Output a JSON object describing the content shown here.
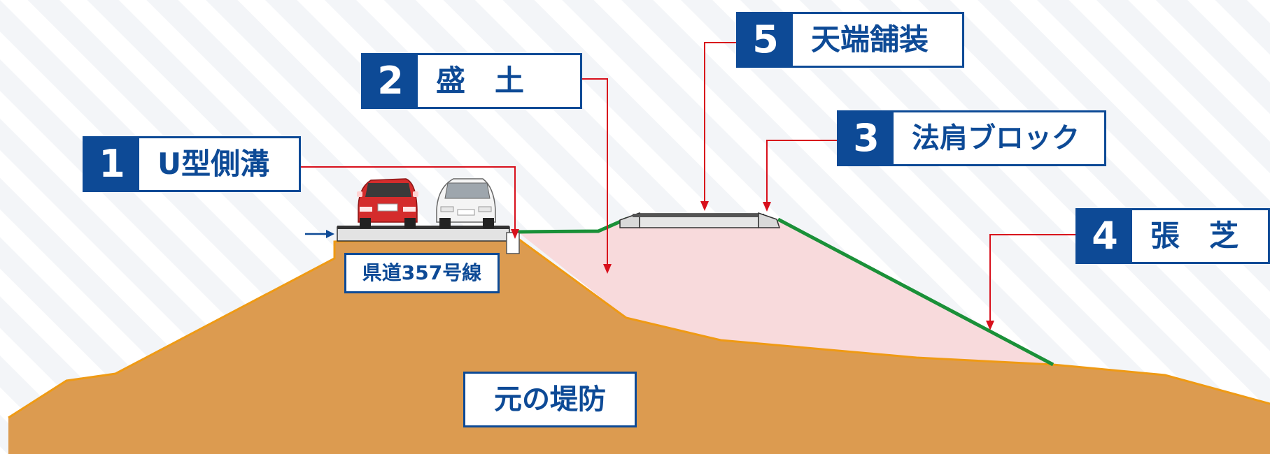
{
  "callouts": [
    {
      "num": "1",
      "label": "U型側溝"
    },
    {
      "num": "2",
      "label": "盛　土"
    },
    {
      "num": "3",
      "label": "法肩ブロック"
    },
    {
      "num": "4",
      "label": "張　芝"
    },
    {
      "num": "5",
      "label": "天端舗装"
    }
  ],
  "road_label": "県道357号線",
  "embankment_label": "元の堤防",
  "colors": {
    "navy": "#0d4a96",
    "leader_red": "#d8101c",
    "original_embankment": "#dc9b50",
    "embankment_outline": "#ef9a14",
    "fill_pink": "#f8dadc",
    "turf_green": "#1a9038",
    "background": "#f3f5f8"
  }
}
